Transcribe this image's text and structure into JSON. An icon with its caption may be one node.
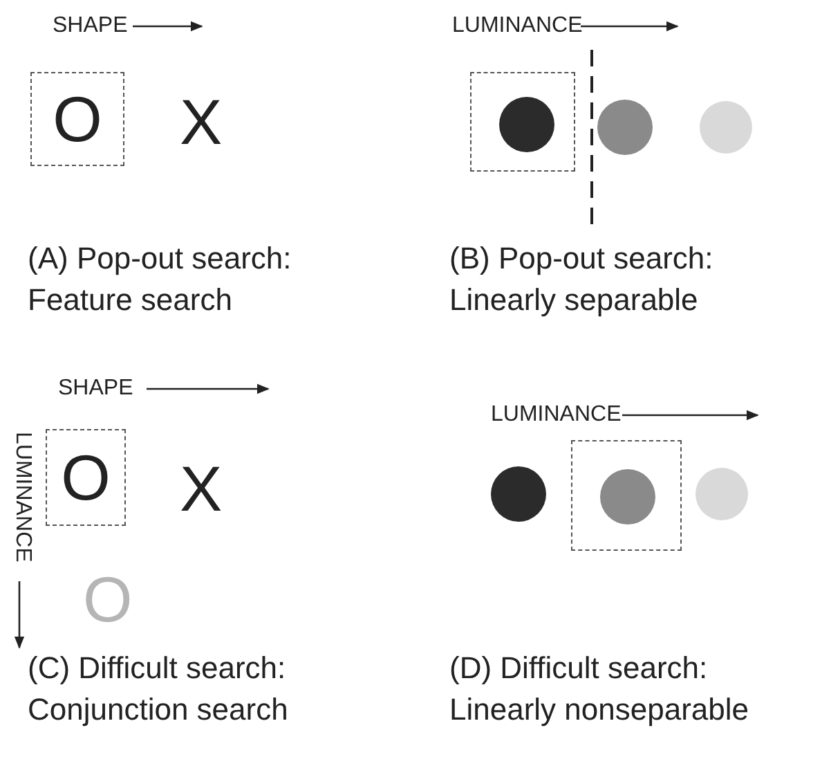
{
  "diagram": {
    "nodes": [
      {
        "text": [
          "O"
        ]
      },
      {
        "text": [],
        "shape": "box"
      },
      {
        "text": [],
        "shape": "circle",
        "in": 1
      },
      {
        "text": [],
        "shape": "circle"
      },
      {
        "text": [],
        "shape": "circle"
      },
      {
        "text": [
          "O"
        ]
      },
      {
        "text": [],
        "shape": "circle"
      },
      {
        "text": [],
        "shape": "box"
      },
      {
        "text": [],
        "shape": "circle",
        "in": 7
      },
      {
        "text": [],
        "shape": "circle"
      }
    ],
    "edges": [],
    "labels": [
      "SHAPE",
      "LUMINANCE",
      "X",
      "(A) Pop-out search: Feature search",
      "(B) Pop-out search: Linearly separable",
      "SHAPE",
      "X",
      "LUMINANCE",
      "LUMINANCE",
      "O",
      "(C) Difficult search: Conjunction search",
      "(D) Difficult search: Linearly nonseparable"
    ]
  }
}
